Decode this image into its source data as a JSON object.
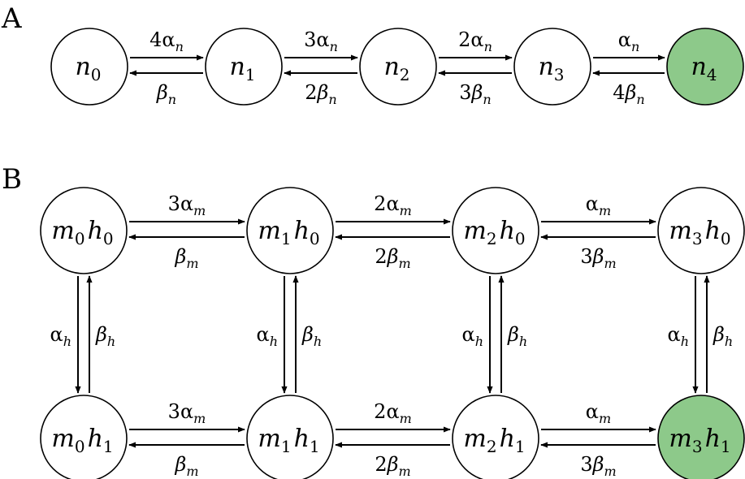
{
  "panelA": {
    "label": "A",
    "nodes": [
      {
        "base": "n",
        "sub": "0",
        "fill": "#ffffff"
      },
      {
        "base": "n",
        "sub": "1",
        "fill": "#ffffff"
      },
      {
        "base": "n",
        "sub": "2",
        "fill": "#ffffff"
      },
      {
        "base": "n",
        "sub": "3",
        "fill": "#ffffff"
      },
      {
        "base": "n",
        "sub": "4",
        "fill": "#8dc98a"
      }
    ],
    "forward_rates": [
      {
        "coef": "4",
        "sym": "α",
        "sub": "n"
      },
      {
        "coef": "3",
        "sym": "α",
        "sub": "n"
      },
      {
        "coef": "2",
        "sym": "α",
        "sub": "n"
      },
      {
        "coef": "",
        "sym": "α",
        "sub": "n"
      }
    ],
    "backward_rates": [
      {
        "coef": "",
        "sym": "β",
        "sub": "n"
      },
      {
        "coef": "2",
        "sym": "β",
        "sub": "n"
      },
      {
        "coef": "3",
        "sym": "β",
        "sub": "n"
      },
      {
        "coef": "4",
        "sym": "β",
        "sub": "n"
      }
    ]
  },
  "panelB": {
    "label": "B",
    "rows": [
      [
        {
          "m": "0",
          "h": "0",
          "fill": "#ffffff"
        },
        {
          "m": "1",
          "h": "0",
          "fill": "#ffffff"
        },
        {
          "m": "2",
          "h": "0",
          "fill": "#ffffff"
        },
        {
          "m": "3",
          "h": "0",
          "fill": "#ffffff"
        }
      ],
      [
        {
          "m": "0",
          "h": "1",
          "fill": "#ffffff"
        },
        {
          "m": "1",
          "h": "1",
          "fill": "#ffffff"
        },
        {
          "m": "2",
          "h": "1",
          "fill": "#ffffff"
        },
        {
          "m": "3",
          "h": "1",
          "fill": "#8dc98a"
        }
      ]
    ],
    "forward_rates": [
      {
        "coef": "3",
        "sym": "α",
        "sub": "m"
      },
      {
        "coef": "2",
        "sym": "α",
        "sub": "m"
      },
      {
        "coef": "",
        "sym": "α",
        "sub": "m"
      }
    ],
    "backward_rates": [
      {
        "coef": "",
        "sym": "β",
        "sub": "m"
      },
      {
        "coef": "2",
        "sym": "β",
        "sub": "m"
      },
      {
        "coef": "3",
        "sym": "β",
        "sub": "m"
      }
    ],
    "vertical_down_rate": {
      "sym": "α",
      "sub": "h"
    },
    "vertical_up_rate": {
      "sym": "β",
      "sub": "h"
    }
  }
}
